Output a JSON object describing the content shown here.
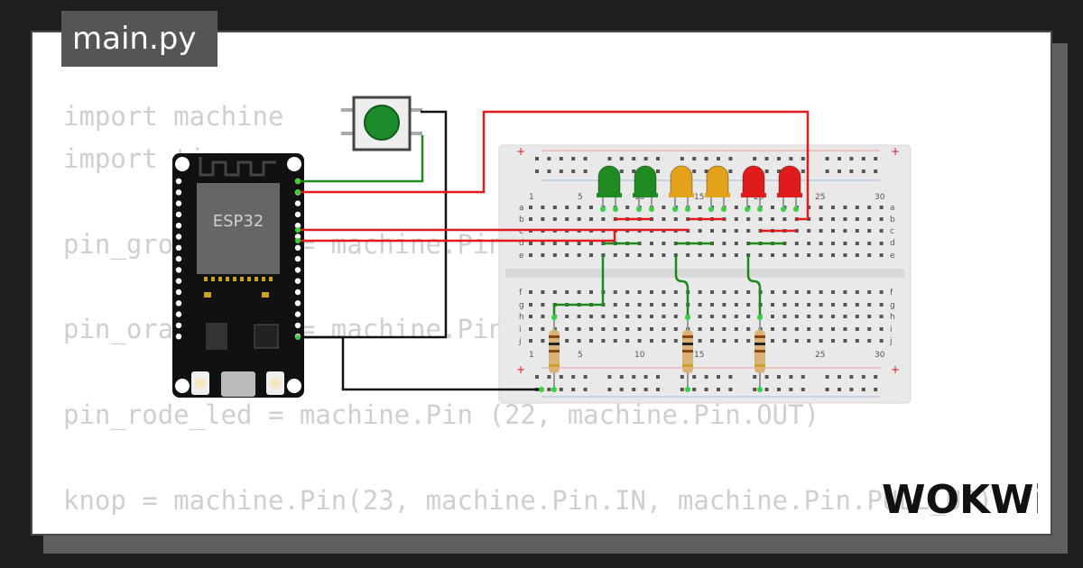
{
  "file_tab": {
    "label": "main.py"
  },
  "code_lines": [
    "import machine",
    "import time",
    "",
    "pin_groene_led = machine.Pin (18, machine.Pin.OUT)",
    "",
    "pin_oranje_led = machine.Pin (19, machine.Pin.OUT)",
    "",
    "pin_rode_led = machine.Pin (22, machine.Pin.OUT)",
    "",
    "knop = machine.Pin(23, machine.Pin.IN, machine.Pin.PULL_UP)"
  ],
  "esp32": {
    "chip_label": "ESP32"
  },
  "breadboard": {
    "top_numbers": [
      "1",
      "5",
      "10",
      "15",
      "20",
      "25",
      "30"
    ],
    "bottom_numbers": [
      "1",
      "5",
      "10",
      "15",
      "20",
      "25",
      "30"
    ],
    "top_rows": [
      "a",
      "b",
      "c",
      "d",
      "e"
    ],
    "bottom_rows": [
      "f",
      "g",
      "h",
      "i",
      "j"
    ],
    "rail_plus": "+"
  },
  "leds": [
    {
      "color_name": "green",
      "color": "#1f8a1f"
    },
    {
      "color_name": "green",
      "color": "#1f8a1f"
    },
    {
      "color_name": "orange",
      "color": "#e3a21a"
    },
    {
      "color_name": "orange",
      "color": "#e3a21a"
    },
    {
      "color_name": "red",
      "color": "#e01b1b"
    },
    {
      "color_name": "red",
      "color": "#e01b1b"
    }
  ],
  "colors": {
    "wire_red": "#e01b1b",
    "wire_green": "#1b8a1b",
    "wire_black": "#111111",
    "button_cap": "#1d8a2b",
    "board": "#111111"
  },
  "brand": {
    "logo_text": "WOKWi"
  }
}
